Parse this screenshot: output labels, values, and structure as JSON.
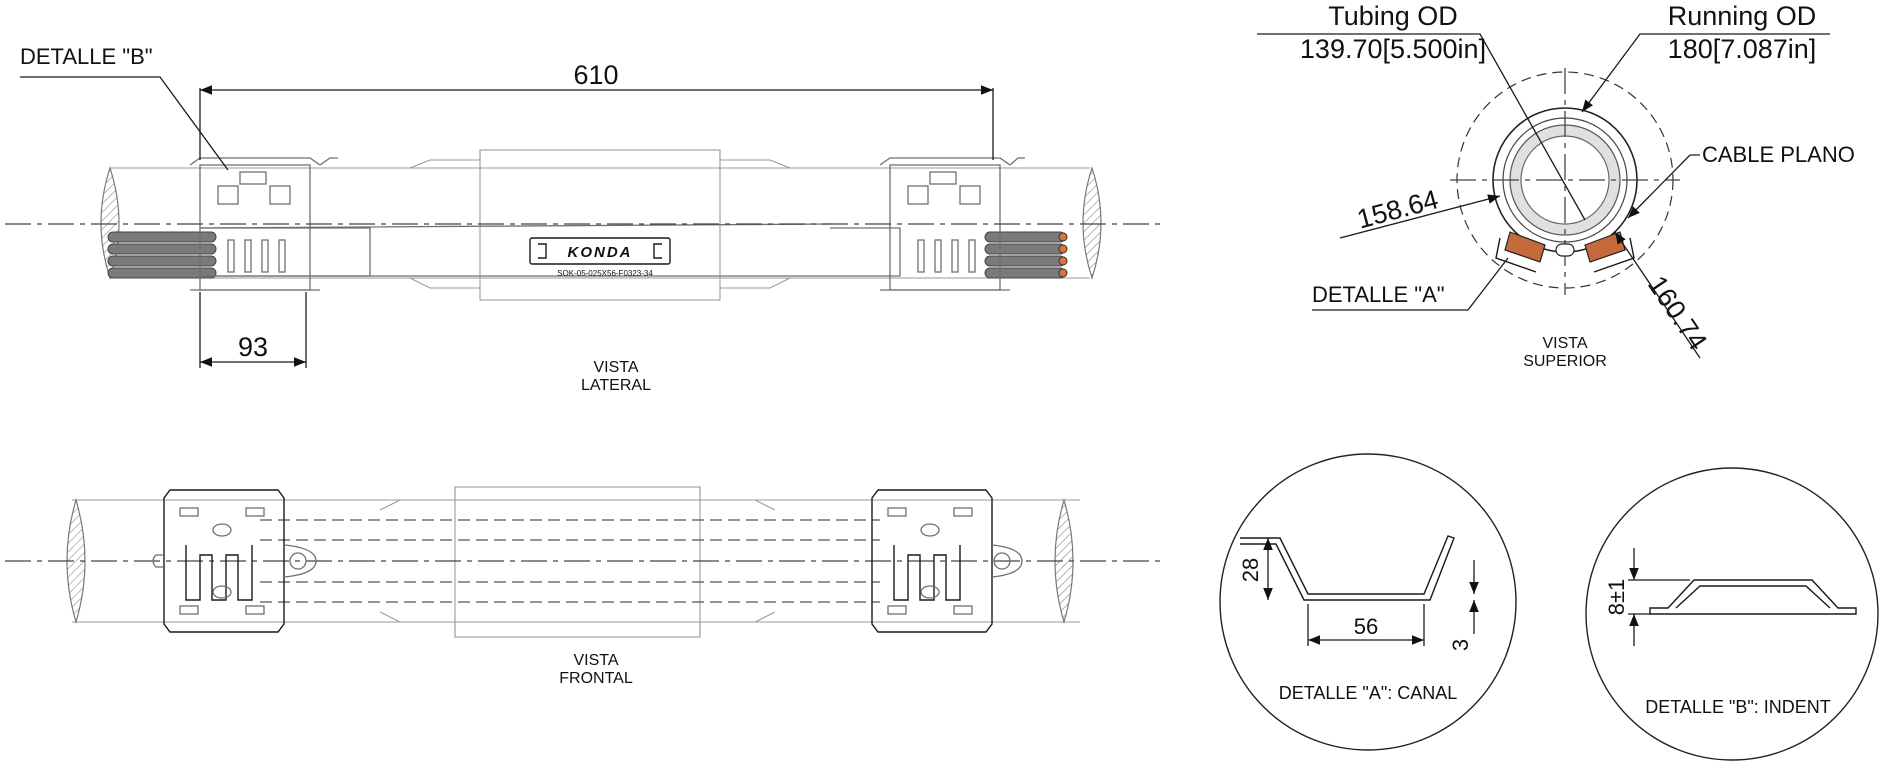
{
  "side_view": {
    "detail_b_callout": "DETALLE \"B\"",
    "overall_length": "610",
    "clamp_width": "93",
    "brand": "KONDA",
    "part_number": "SOK-05-025X56-F0323-34",
    "view_title_line1": "VISTA",
    "view_title_line2": "LATERAL"
  },
  "front_view": {
    "view_title_line1": "VISTA",
    "view_title_line2": "FRONTAL"
  },
  "top_view": {
    "tubing_label": "Tubing OD",
    "tubing_value": "139.70[5.500in]",
    "running_label": "Running OD",
    "running_value": "180[7.087in]",
    "cable_label": "CABLE PLANO",
    "dim_a": "158.64",
    "dim_b": "160.74",
    "detail_a_callout": "DETALLE \"A\"",
    "view_title_line1": "VISTA",
    "view_title_line2": "SUPERIOR"
  },
  "detail_a": {
    "height": "28",
    "width": "56",
    "thickness": "3",
    "caption": "DETALLE \"A\": CANAL"
  },
  "detail_b": {
    "height": "8±1",
    "caption": "DETALLE \"B\": INDENT"
  }
}
